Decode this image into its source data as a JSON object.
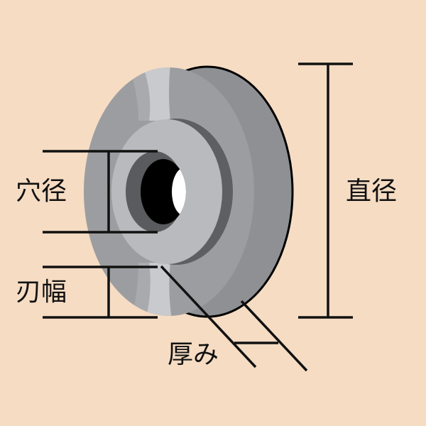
{
  "labels": {
    "bore_diameter": "穴径",
    "blade_width": "刃幅",
    "diameter": "直径",
    "thickness": "厚み"
  },
  "colors": {
    "background": "#f5dcc3",
    "wheel_face": "#9c9da0",
    "wheel_side": "#8f9093",
    "hub": "#b9babd",
    "line": "#111111"
  }
}
